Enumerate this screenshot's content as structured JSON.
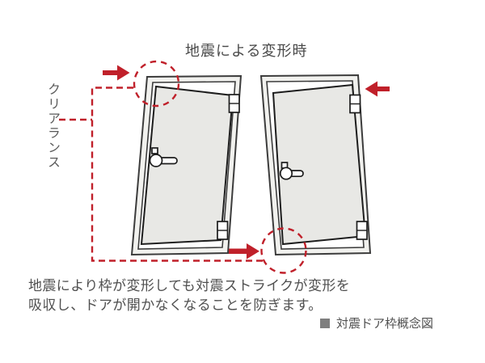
{
  "title": "地震による変形時",
  "clearance_label": "クリアランス",
  "description": {
    "line1": "地震により枠が変形しても対震ストライクが変形を",
    "line2": "吸収し、ドアが開かなくなることを防ぎます。"
  },
  "caption": {
    "bullet_icon": "black-square-marker",
    "text": "対震ドア枠概念図"
  },
  "diagram": {
    "left_door": {
      "deformation": "frame top pushed right",
      "push_arrow": "right-arrow at top-left corner",
      "highlight": "dashed circle on top-left clearance gap"
    },
    "right_door": {
      "deformation": "frame top pushed left",
      "push_arrow": "left-arrow at top-right corner, right-arrow at bottom-left corner",
      "highlight": "dashed circle on bottom-left clearance gap"
    },
    "clearance_line": "red dashed boundary from label down and along bottom"
  },
  "colors": {
    "accent_red": "#c0202a",
    "ink": "#3c3c3c",
    "door_line": "#1d1d1d",
    "door_fill": "#e8e8e5",
    "frame_fill": "#f1f1ee",
    "title_color": "#4a4a4a",
    "text_color": "#4f4f4f",
    "label_color": "#5a5a5a",
    "caption_square": "#7f7f7f",
    "background": "#ffffff"
  }
}
